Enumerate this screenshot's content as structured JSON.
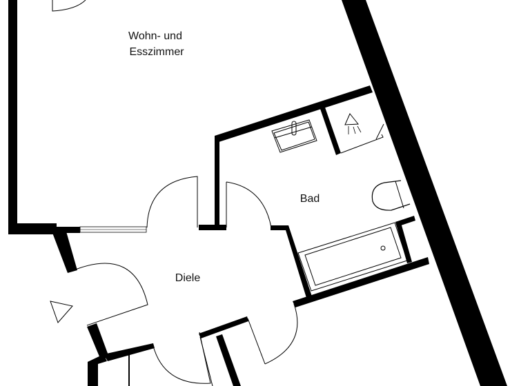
{
  "floor_plan": {
    "rooms": [
      {
        "id": "wohn",
        "lines": [
          "Wohn- und",
          "Esszimmer"
        ]
      },
      {
        "id": "bad",
        "lines": [
          "Bad"
        ]
      },
      {
        "id": "diele",
        "lines": [
          "Diele"
        ]
      }
    ],
    "entrance_marker": "entrance-arrow-triangle",
    "fixtures": [
      "sink",
      "shower",
      "toilet",
      "bathtub"
    ],
    "colors": {
      "walls": "#000000",
      "background": "#ffffff",
      "text": "#111111"
    }
  }
}
